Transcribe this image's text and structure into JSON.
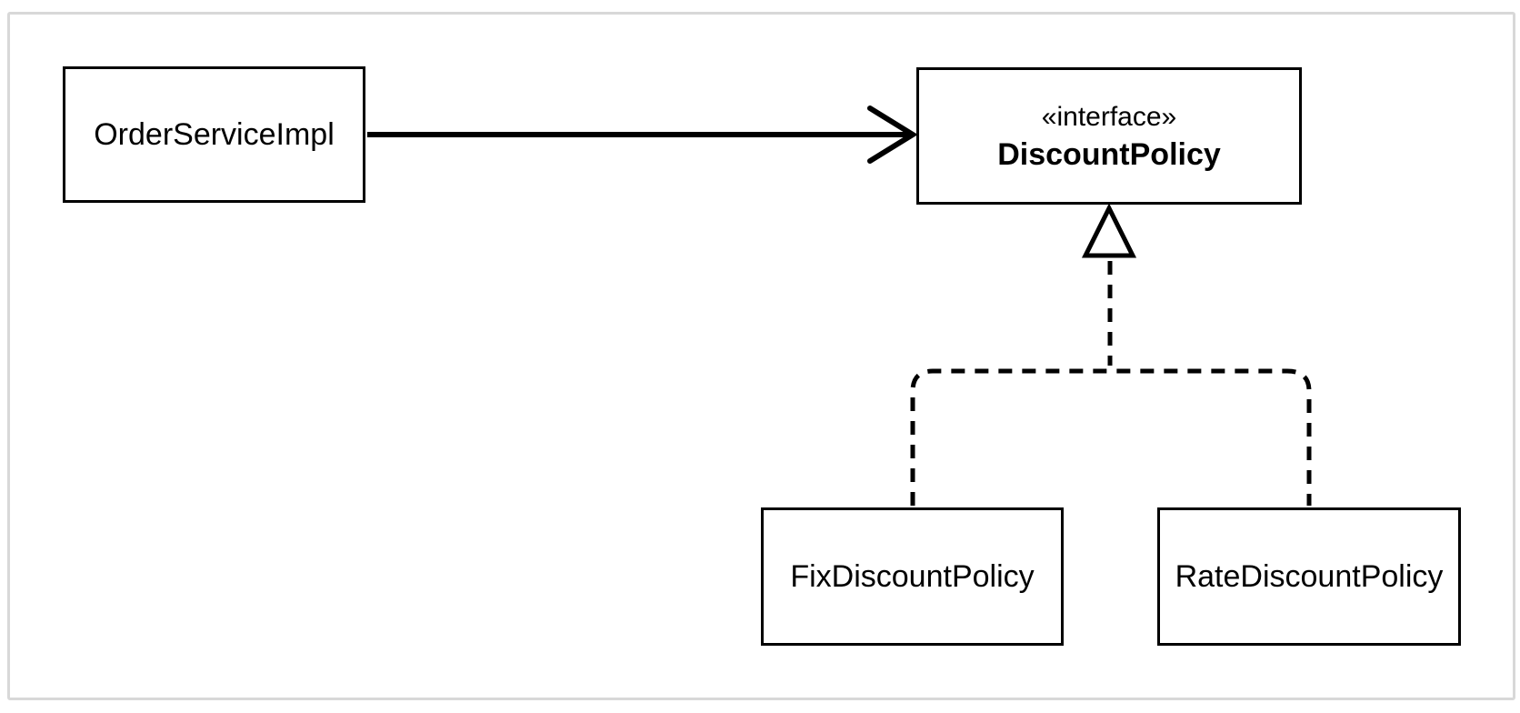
{
  "diagram": {
    "kind": "uml-class-diagram",
    "nodes": {
      "order_service": {
        "label": "OrderServiceImpl"
      },
      "discount_policy": {
        "stereotype": "«interface»",
        "label": "DiscountPolicy"
      },
      "fix_discount": {
        "label": "FixDiscountPolicy"
      },
      "rate_discount": {
        "label": "RateDiscountPolicy"
      }
    },
    "edges": [
      {
        "from": "OrderServiceImpl",
        "to": "DiscountPolicy",
        "type": "dependency",
        "line": "solid",
        "arrowhead": "open-arrow"
      },
      {
        "from": "FixDiscountPolicy",
        "to": "DiscountPolicy",
        "type": "realization",
        "line": "dashed",
        "arrowhead": "hollow-triangle"
      },
      {
        "from": "RateDiscountPolicy",
        "to": "DiscountPolicy",
        "type": "realization",
        "line": "dashed",
        "arrowhead": "hollow-triangle"
      }
    ],
    "colors": {
      "line": "#000000",
      "text": "#000000",
      "node_fill": "#ffffff",
      "node_border": "#000000",
      "background": "#ffffff",
      "frame_border": "#d8d8d8"
    }
  }
}
